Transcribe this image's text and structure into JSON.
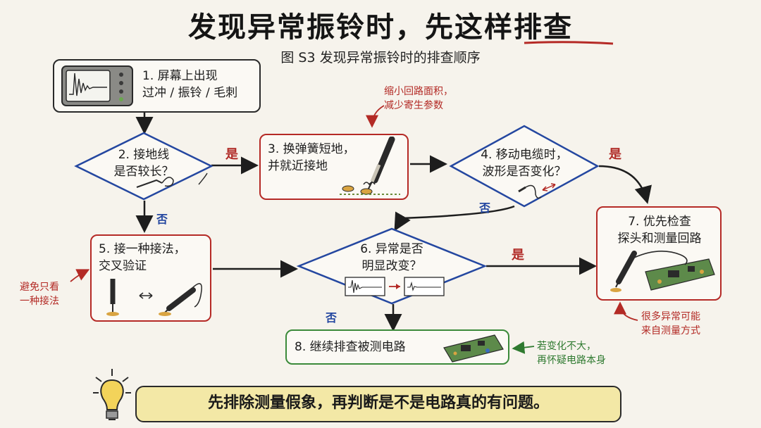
{
  "title": "发现异常振铃时，先这样排查",
  "subtitle": "图 S3  发现异常振铃时的排查顺序",
  "steps": {
    "s1": {
      "line1": "1. 屏幕上出现",
      "line2": "过冲 / 振铃 / 毛刺"
    },
    "s2": {
      "line1": "2. 接地线",
      "line2": "是否较长？"
    },
    "s3": {
      "line1": "3. 换弹簧短地，",
      "line2": "并就近接地"
    },
    "s4": {
      "line1": "4. 移动电缆时，",
      "line2": "波形是否变化？"
    },
    "s5": {
      "line1": "5. 接一种接法，",
      "line2": "交叉验证"
    },
    "s6": {
      "line1": "6. 异常是否",
      "line2": "明显改变？"
    },
    "s7": {
      "line1": "7. 优先检查",
      "line2": "探头和测量回路"
    },
    "s8": {
      "line1": "8. 继续排查被测电路"
    }
  },
  "labels": {
    "yes": "是",
    "no": "否"
  },
  "notes": {
    "reduce_loop": {
      "line1": "缩小回路面积，",
      "line2": "减少寄生参数"
    },
    "avoid_single": {
      "line1": "避免只看",
      "line2": "一种接法"
    },
    "many_anomalies": {
      "line1": "很多异常可能",
      "line2": "来自测量方式"
    },
    "if_small_change": {
      "line1": "若变化不大，",
      "line2": "再怀疑电路本身"
    }
  },
  "conclusion": "先排除测量假象，再判断是不是电路真的有问题。",
  "colors": {
    "red": "#b52a26",
    "blue": "#2447a0",
    "green": "#3b8a3a",
    "banner": "#f3e8a6"
  }
}
